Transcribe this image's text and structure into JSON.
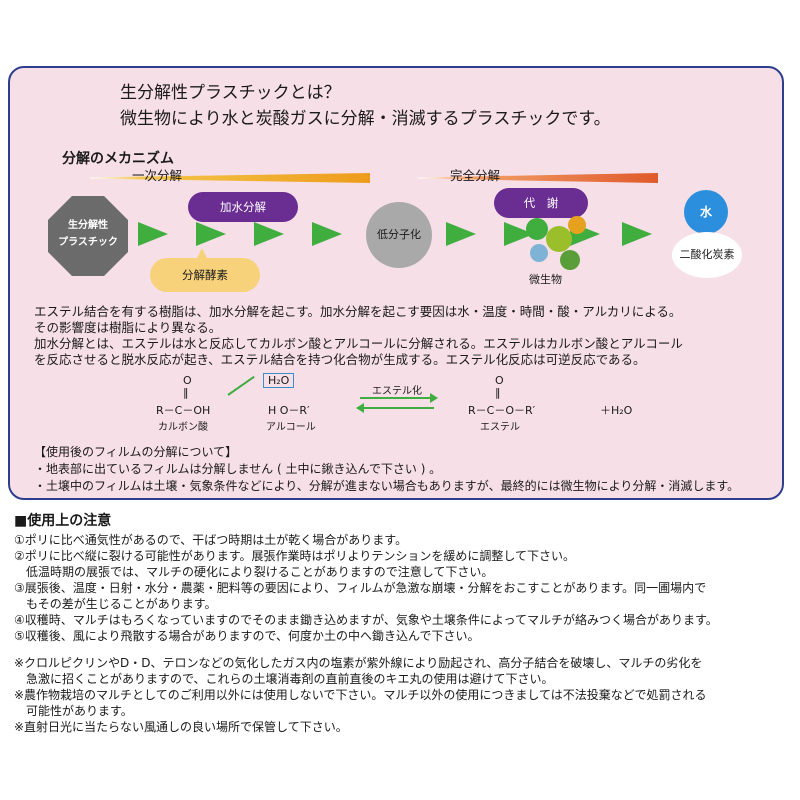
{
  "header": {
    "title_line1": "生分解性プラスチックとは？",
    "title_line2": "微生物により水と炭酸ガスに分解・消滅するプラスチックです。"
  },
  "mechanism": {
    "title": "分解のメカニズム",
    "phase1": "一次分解",
    "phase2": "完全分解",
    "plastic_line1": "生分解性",
    "plastic_line2": "プラスチック",
    "hydrolysis": "加水分解",
    "enzyme": "分解酵素",
    "low_molecule": "低分子化",
    "metabolism": "代　謝",
    "microbe": "微生物",
    "water": "水",
    "co2": "二酸化炭素",
    "colors": {
      "arrow": "#3fae3f",
      "pill": "#6a2d91",
      "water": "#2b8fdd"
    }
  },
  "description": {
    "line1": "エステル結合を有する樹脂は、加水分解を起こす。加水分解を起こす要因は水・温度・時間・酸・アルカリによる。",
    "line2": "その影響度は樹脂により異なる。",
    "line3": "加水分解とは、エステルは水と反応してカルボン酸とアルコールに分解される。エステルはカルボン酸とアルコール",
    "line4": "を反応させると脱水反応が起き、エステル結合を持つ化合物が生成する。エステル化反応は可逆反応である。"
  },
  "equation": {
    "o_left": "O",
    "bond_left": "‖",
    "acid_formula": "R－C－OH",
    "alcohol_formula": "H O－R′",
    "water_box": "H₂O",
    "acid_label": "カルボン酸",
    "alcohol_label": "アルコール",
    "esterify_label": "エステル化",
    "o_right": "O",
    "bond_right": "‖",
    "ester_formula": "R－C－O－R′",
    "plus_water": "＋H₂O",
    "ester_label": "エステル"
  },
  "film_notice": {
    "heading": "【使用後のフィルムの分解について】",
    "item1": "・地表部に出ているフィルムは分解しません ( 土中に鍬き込んで下さい ) 。",
    "item2": "・土壌中のフィルムは土壌・気象条件などにより、分解が進まない場合もありますが、最終的には微生物により分解・消滅します。"
  },
  "cautions": {
    "title": "■使用上の注意",
    "c1": "①ポリに比べ通気性があるので、干ばつ時期は土が乾く場合があります。",
    "c2a": "②ポリに比べ縦に裂ける可能性があります。展張作業時はポリよりテンションを緩めに調整して下さい。",
    "c2b": "　低温時期の展張では、マルチの硬化により裂けることがありますので注意して下さい。",
    "c3a": "③展張後、温度・日射・水分・農薬・肥料等の要因により、フィルムが急激な崩壊・分解をおこすことがあります。同一圃場内で",
    "c3b": "　もその差が生じることがあります。",
    "c4": "④収穫時、マルチはもろくなっていますのでそのまま鋤き込めますが、気象や土壌条件によってマルチが絡みつく場合があります。",
    "c5": "⑤収穫後、風により飛散する場合がありますので、何度か土の中へ鋤き込んで下さい。",
    "n1a": "※クロルピクリンやD・D、テロンなどの気化したガス内の塩素が紫外線により励起され、高分子結合を破壊し、マルチの劣化を",
    "n1b": "　急激に招くことがありますので、これらの土壌消毒剤の直前直後のキエ丸の使用は避けて下さい。",
    "n2a": "※農作物栽培のマルチとしてのご利用以外には使用しないで下さい。マルチ以外の使用につきましては不法投棄などで処罰される",
    "n2b": "　可能性があります。",
    "n3": "※直射日光に当たらない風通しの良い場所で保管して下さい。"
  }
}
